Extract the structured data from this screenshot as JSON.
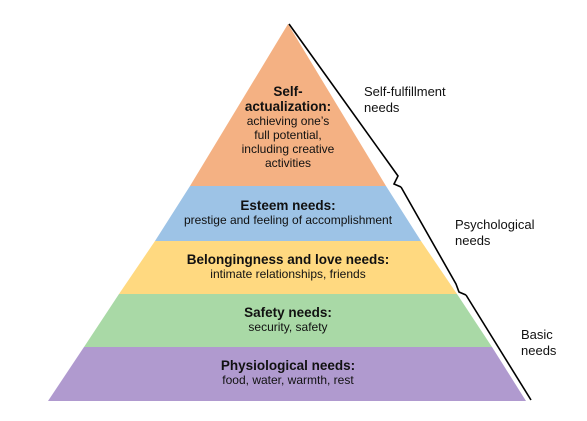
{
  "tiers": [
    {
      "title": "Self-actualization:",
      "title_line1": "Self-",
      "title_line2": "actualization:",
      "description": [
        "achieving one’s",
        "full potential,",
        "including creative",
        "activities"
      ],
      "color": "#F4B183"
    },
    {
      "title": "Esteem needs:",
      "description": [
        "prestige and feeling of accomplishment"
      ],
      "color": "#9DC3E6"
    },
    {
      "title": "Belongingness and love needs:",
      "description": [
        "intimate relationships, friends"
      ],
      "color": "#FFD980"
    },
    {
      "title": "Safety needs:",
      "description": [
        "security, safety"
      ],
      "color": "#A9D9A6"
    },
    {
      "title": "Physiological needs:",
      "description": [
        "food, water, warmth, rest"
      ],
      "color": "#B09ACF"
    }
  ],
  "groups": [
    {
      "label_lines": [
        "Self-fulfillment",
        "needs"
      ]
    },
    {
      "label_lines": [
        "Psychological",
        "needs"
      ]
    },
    {
      "label_lines": [
        "Basic",
        "needs"
      ]
    }
  ]
}
